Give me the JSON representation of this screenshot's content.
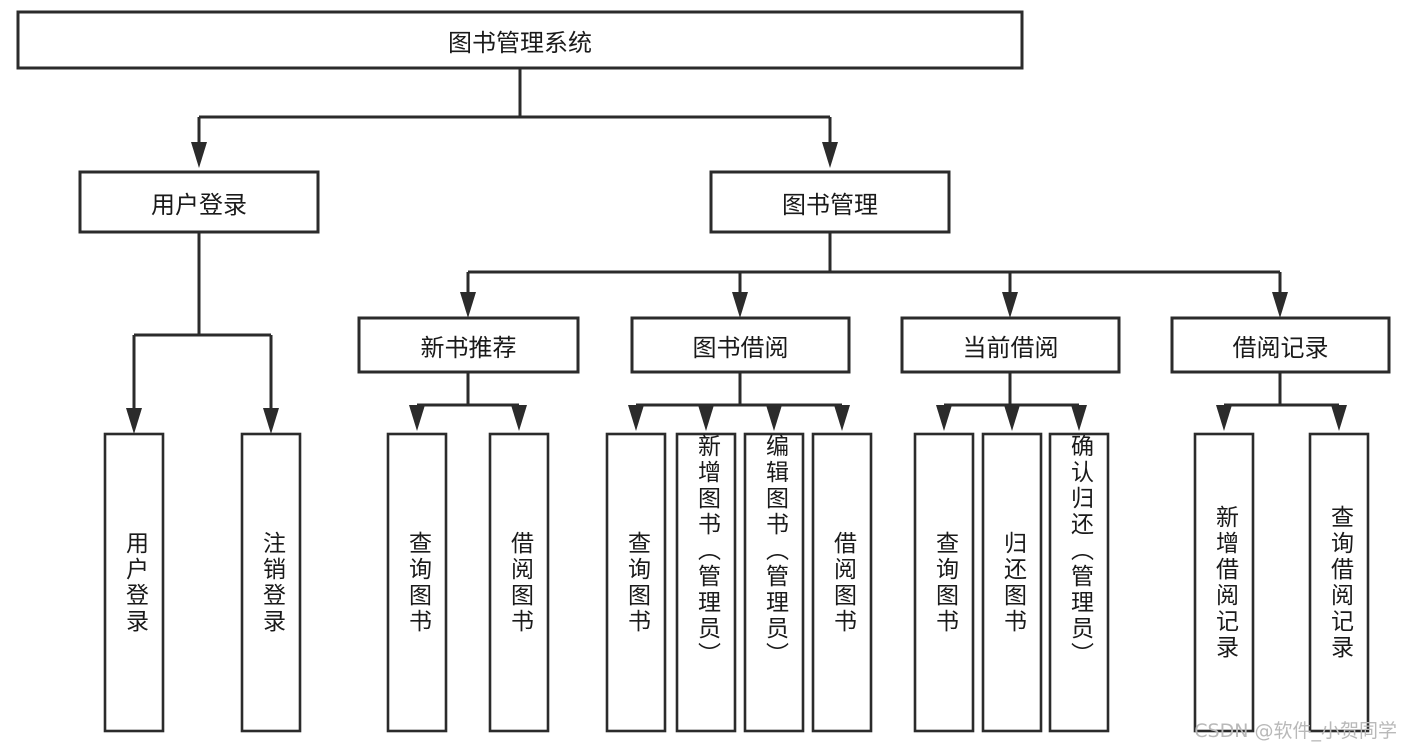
{
  "diagram": {
    "title": "图书管理系统",
    "type": "tree-hierarchy",
    "watermark": "CSDN @软件_小贺同学",
    "nodes": {
      "root": {
        "label": "图书管理系统",
        "level": 1,
        "orientation": "horizontal"
      },
      "l2_user_login": {
        "label": "用户登录",
        "level": 2,
        "orientation": "horizontal"
      },
      "l2_book_mgmt": {
        "label": "图书管理",
        "level": 2,
        "orientation": "horizontal"
      },
      "l3_new_book_rec": {
        "label": "新书推荐",
        "level": 3,
        "orientation": "horizontal"
      },
      "l3_book_borrow": {
        "label": "图书借阅",
        "level": 3,
        "orientation": "horizontal"
      },
      "l3_current_borrow": {
        "label": "当前借阅",
        "level": 3,
        "orientation": "horizontal"
      },
      "l3_borrow_record": {
        "label": "借阅记录",
        "level": 3,
        "orientation": "horizontal"
      },
      "leaf_user_login": {
        "label": "用户登录",
        "level": 3,
        "orientation": "vertical"
      },
      "leaf_user_logout": {
        "label": "注销登录",
        "level": 3,
        "orientation": "vertical"
      },
      "leaf_query_book_1": {
        "label": "查询图书",
        "level": 4,
        "orientation": "vertical"
      },
      "leaf_borrow_book_1": {
        "label": "借阅图书",
        "level": 4,
        "orientation": "vertical"
      },
      "leaf_query_book_2": {
        "label": "查询图书",
        "level": 4,
        "orientation": "vertical"
      },
      "leaf_add_book": {
        "label": "新增图书（管理员）",
        "level": 4,
        "orientation": "vertical"
      },
      "leaf_edit_book": {
        "label": "编辑图书（管理员）",
        "level": 4,
        "orientation": "vertical"
      },
      "leaf_borrow_book_2": {
        "label": "借阅图书",
        "level": 4,
        "orientation": "vertical"
      },
      "leaf_query_book_3": {
        "label": "查询图书",
        "level": 4,
        "orientation": "vertical"
      },
      "leaf_return_book": {
        "label": "归还图书",
        "level": 4,
        "orientation": "vertical"
      },
      "leaf_confirm_return": {
        "label": "确认归还（管理员）",
        "level": 4,
        "orientation": "vertical"
      },
      "leaf_add_record": {
        "label": "新增借阅记录",
        "level": 4,
        "orientation": "vertical"
      },
      "leaf_query_record": {
        "label": "查询借阅记录",
        "level": 4,
        "orientation": "vertical"
      }
    },
    "colors": {
      "box_stroke": "#2b2b2b",
      "box_fill": "#ffffff",
      "text": "#1a1a1a",
      "connector": "#2b2b2b",
      "watermark": "#b9b9b9",
      "background": "#ffffff"
    }
  }
}
